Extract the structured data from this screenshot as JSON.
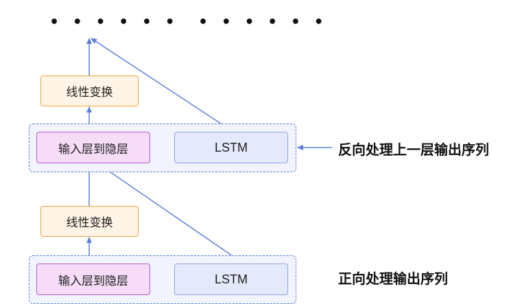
{
  "top": {
    "dots_left": "• • • • • •",
    "dots_right": "• • • • • •"
  },
  "layer2": {
    "linear": "线性变换",
    "input_to_hidden": "输入层到隐层",
    "lstm": "LSTM",
    "side_label": "反向处理上一层输出序列"
  },
  "layer1": {
    "linear": "线性变换",
    "input_to_hidden": "输入层到隐层",
    "lstm": "LSTM",
    "side_label": "正向处理输出序列"
  },
  "colors": {
    "arrow": "#5b80d8",
    "orange_border": "#f3a13b",
    "purple_border": "#b65ad0",
    "blue_border": "#8fa6e6"
  }
}
